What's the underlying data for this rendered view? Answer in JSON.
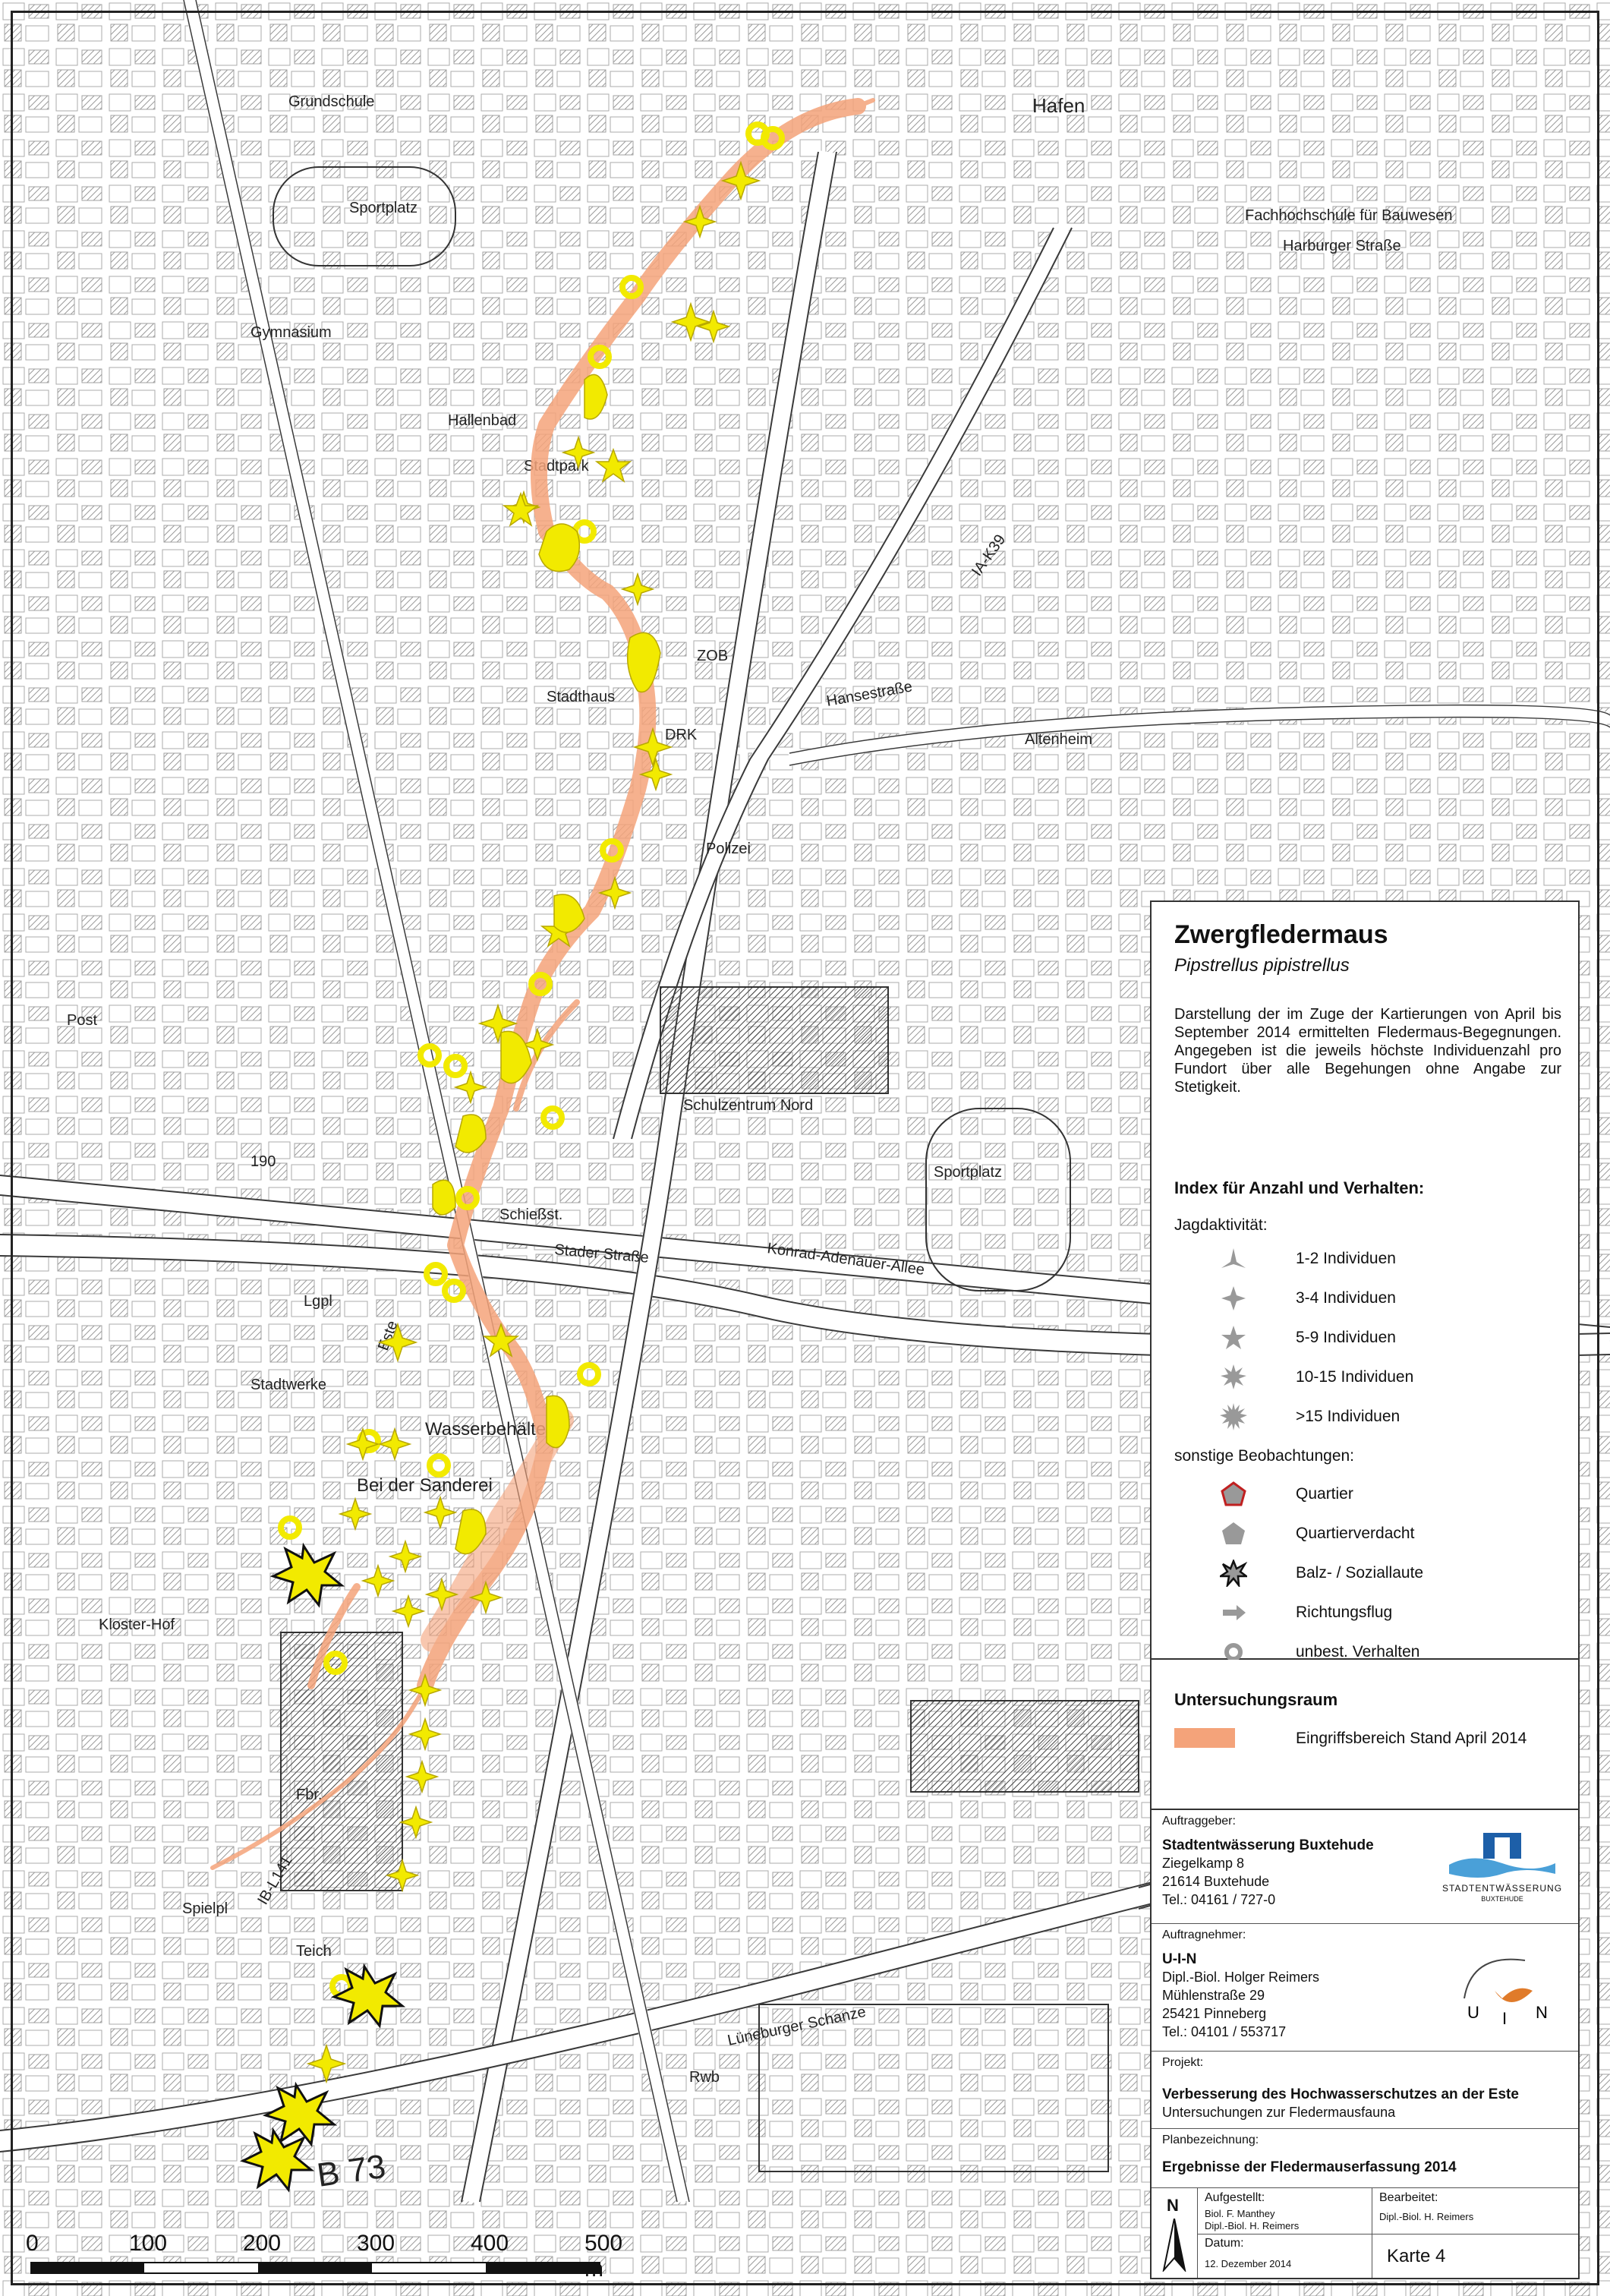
{
  "legend": {
    "title": "Zwergfledermaus",
    "subtitle": "Pipstrellus pipistrellus",
    "description": "Darstellung der im Zuge der Kartierungen von April bis September 2014 ermittelten Fledermaus-Begegnungen. Angegeben ist die jeweils höchste Individuenzahl pro Fundort über alle Begehungen ohne Angabe zur Stetigkeit.",
    "index_heading": "Index für Anzahl und Verhalten:",
    "hunting_heading": "Jagdaktivität:",
    "hunting": [
      "1-2 Individuen",
      "3-4 Individuen",
      "5-9 Individuen",
      "10-15 Individuen",
      ">15 Individuen"
    ],
    "other_heading": "sonstige Beobachtungen:",
    "other": [
      "Quartier",
      "Quartierverdacht",
      "Balz- / Soziallaute",
      "Richtungsflug",
      "unbest. Verhalten"
    ],
    "area_heading": "Untersuchungsraum",
    "area_item": "Eingriffsbereich Stand April 2014"
  },
  "info": {
    "client_label": "Auftraggeber:",
    "client_name": "Stadtentwässerung Buxtehude",
    "client_lines": [
      "Ziegelkamp 8",
      "21614 Buxtehude",
      "Tel.: 04161 / 727-0"
    ],
    "client_logo_text": "STADTENTWÄSSERUNG",
    "client_logo_sub": "BUXTEHUDE",
    "contractor_label": "Auftragnehmer:",
    "contractor_name": "U-I-N",
    "contractor_lines": [
      "Dipl.-Biol. Holger Reimers",
      "Mühlenstraße 29",
      "25421 Pinneberg",
      "Tel.: 04101 / 553717"
    ],
    "contractor_logo_letters": [
      "U",
      "I",
      "N"
    ],
    "project_label": "Projekt:",
    "project_title": "Verbesserung des Hochwasserschutzes an der Este",
    "project_sub": "Untersuchungen zur Fledermausfauna",
    "plan_label": "Planbezeichnung:",
    "plan_title": "Ergebnisse der Fledermauserfassung 2014",
    "north": "N",
    "created_label": "Aufgestellt:",
    "created_lines": [
      "Biol. F. Manthey",
      "Dipl.-Biol. H. Reimers"
    ],
    "edited_label": "Bearbeitet:",
    "edited_lines": [
      "Dipl.-Biol. H. Reimers"
    ],
    "date_label": "Datum:",
    "date": "12. Dezember 2014",
    "sheet": "Karte 4"
  },
  "scale": {
    "labels": [
      "0",
      "100",
      "200",
      "300",
      "400",
      "500 m"
    ]
  },
  "map": {
    "labels": [
      "Sportplatz",
      "Gymnasium",
      "Grundschule",
      "Hafen",
      "ZOB",
      "Stadthaus",
      "Schulzentrum Nord",
      "Sportplatz",
      "Wasserbehälter",
      "Bei der Sanderei",
      "Stadtwerke",
      "Teich",
      "Lüneburger Schanze",
      "B 73",
      "Hallenbad",
      "Stadtpark",
      "Post",
      "Lgpl",
      "Fbr.",
      "Kloster-Hof",
      "Spielpl",
      "Rwb",
      "Fachhochschule für Bauwesen",
      "Altenheim",
      "DRK",
      "Polizei",
      "Schießst.",
      "Stader Straße",
      "Konrad-Adenauer-Allee",
      "Hansestraße",
      "Harburger Straße",
      "IA-K39",
      "IB-L141",
      "Este",
      "190"
    ],
    "colors": {
      "corridor": "#f4a37a",
      "symbol": "#f2ea00",
      "symbol_stroke": "#b8a800",
      "quartier": "#c02020",
      "base": "#3a3a3a"
    }
  }
}
